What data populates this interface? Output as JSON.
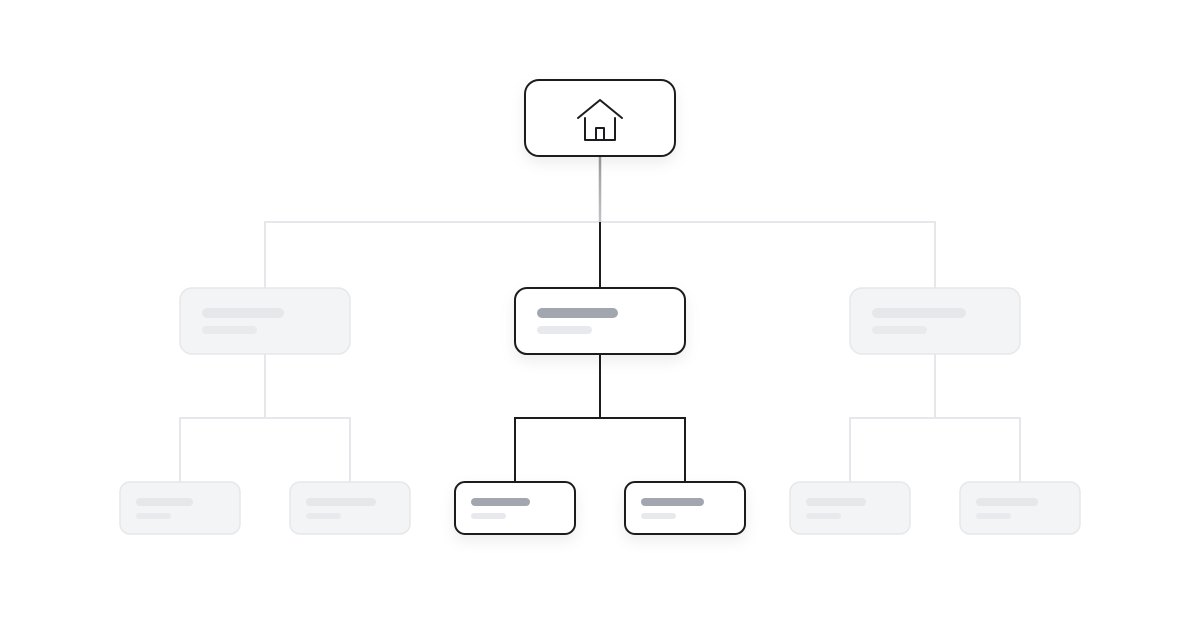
{
  "diagram": {
    "type": "tree",
    "root": {
      "icon": "home-icon"
    },
    "branches": [
      {
        "state": "faded",
        "children": [
          {
            "state": "faded"
          },
          {
            "state": "faded"
          }
        ]
      },
      {
        "state": "active",
        "children": [
          {
            "state": "active"
          },
          {
            "state": "active"
          }
        ]
      },
      {
        "state": "faded",
        "children": [
          {
            "state": "faded"
          },
          {
            "state": "faded"
          }
        ]
      }
    ]
  },
  "colors": {
    "active_stroke": "#1c1c1e",
    "faded_fill": "#f3f4f6",
    "faded_stroke": "#e6e7ea",
    "placeholder_dark": "#a2a6af",
    "placeholder_light": "#e8e9ec"
  }
}
